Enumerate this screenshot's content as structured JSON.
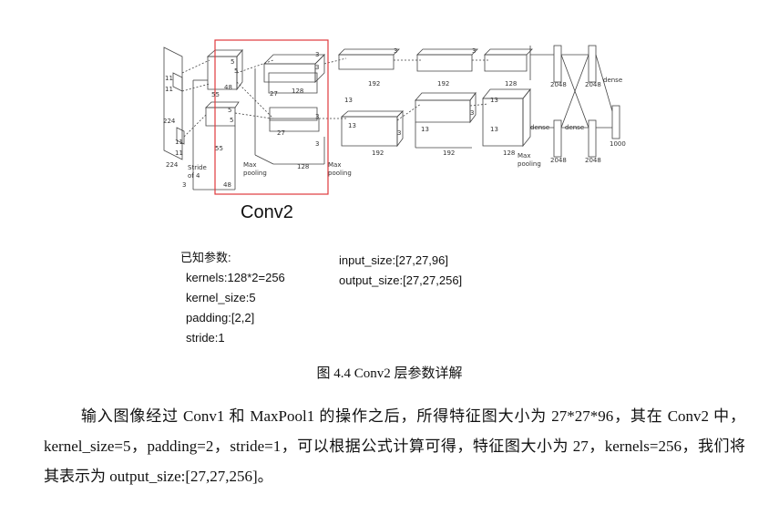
{
  "figure": {
    "labels": {
      "input_11a": "11",
      "input_11b": "11",
      "input_224a": "224",
      "input_224b": "224",
      "input_3": "3",
      "stride": "Stride",
      "of4": "of 4",
      "c1_5a": "5",
      "c1_5b": "5",
      "c1_48a": "48",
      "c1_55a": "55",
      "c1_5c": "5",
      "c1_5d": "5",
      "c1_55b": "55",
      "c1_48b": "48",
      "maxpool1a": "Max",
      "maxpool1b": "pooling",
      "c2_3a": "3",
      "c2_3b": "3",
      "c2_128a": "128",
      "c2_27a": "27",
      "c2_27b": "27",
      "c2_3c": "3",
      "c2_3d": "3",
      "c2_128b": "128",
      "maxpool2a": "Max",
      "maxpool2b": "pooling",
      "c3_3a": "3",
      "c3_192a": "192",
      "c3_13a": "13",
      "c3_13b": "13",
      "c3_3b": "3",
      "c3_192b": "192",
      "c4_3a": "3",
      "c4_192a": "192",
      "c4_13a": "13",
      "c4_3b": "3",
      "c4_192b": "192",
      "c5_128a": "128",
      "c5_13a": "13",
      "c5_13b": "13",
      "c5_128b": "128",
      "maxpool3a": "Max",
      "maxpool3b": "pooling",
      "fc_dense1": "dense",
      "fc_dense2": "dense",
      "fc_dense3": "dense",
      "fc_2048a": "2048",
      "fc_2048b": "2048",
      "fc_2048c": "2048",
      "fc_2048d": "2048",
      "fc_1000": "1000"
    },
    "highlight_color": "#e0393c"
  },
  "conv_label": "Conv2",
  "known_params": {
    "title": "已知参数:",
    "items": [
      "kernels:128*2=256",
      "kernel_size:5",
      "padding:[2,2]",
      "stride:1"
    ]
  },
  "io": {
    "input": "input_size:[27,27,96]",
    "output": "output_size:[27,27,256]"
  },
  "caption": "图 4.4 Conv2 层参数详解",
  "paragraph": "输入图像经过 Conv1 和 MaxPool1 的操作之后，所得特征图大小为 27*27*96，其在 Conv2 中，kernel_size=5，padding=2，stride=1，可以根据公式计算可得，特征图大小为 27，kernels=256，我们将其表示为 output_size:[27,27,256]。"
}
